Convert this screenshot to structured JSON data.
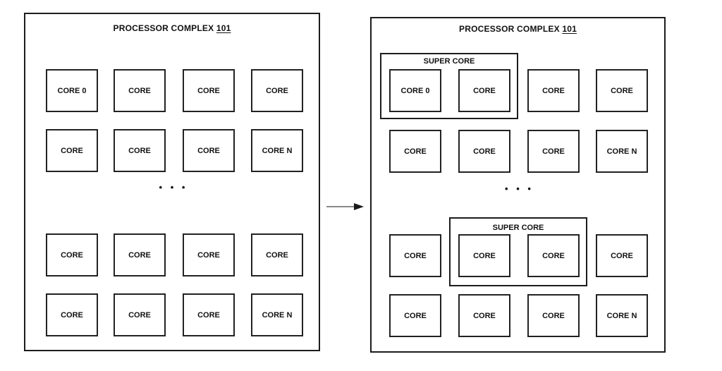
{
  "colors": {
    "background": "#ffffff",
    "line": "#1c1c1c",
    "arrow_shaft": "#8a8a8a",
    "arrow_head": "#1b1b1b"
  },
  "panels": {
    "left": {
      "title": "PROCESSOR COMPLEX",
      "title_ref": "101",
      "dots": "• • •",
      "cores": [
        "CORE 0",
        "CORE",
        "CORE",
        "CORE",
        "CORE",
        "CORE",
        "CORE",
        "CORE N",
        "CORE",
        "CORE",
        "CORE",
        "CORE",
        "CORE",
        "CORE",
        "CORE",
        "CORE N"
      ]
    },
    "right": {
      "title": "PROCESSOR COMPLEX",
      "title_ref": "101",
      "dots": "• • •",
      "super_cores": [
        {
          "label": "SUPER CORE"
        },
        {
          "label": "SUPER CORE"
        }
      ],
      "cores": [
        "CORE 0",
        "CORE",
        "CORE",
        "CORE",
        "CORE",
        "CORE",
        "CORE",
        "CORE N",
        "CORE",
        "CORE",
        "CORE",
        "CORE",
        "CORE",
        "CORE",
        "CORE",
        "CORE N"
      ]
    }
  },
  "arrow": {
    "direction": "right"
  }
}
